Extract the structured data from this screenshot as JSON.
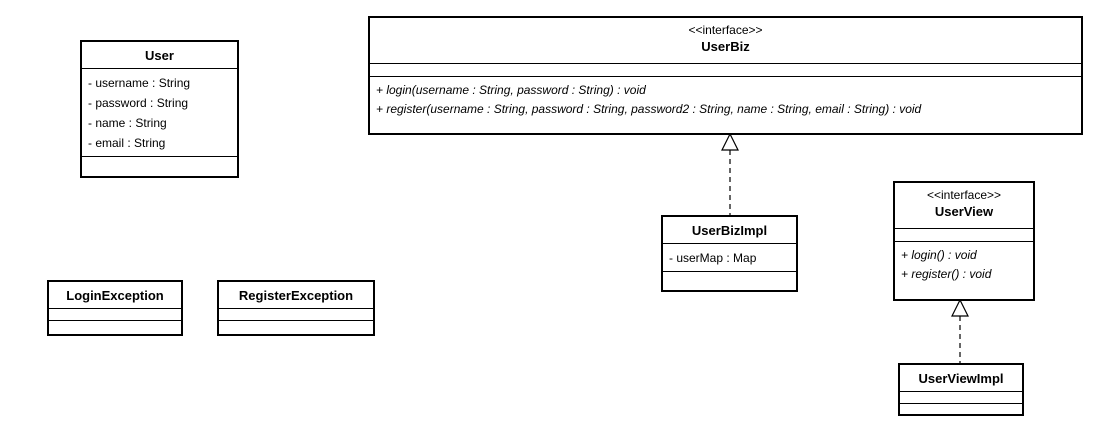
{
  "diagram": {
    "classes": {
      "user": {
        "name": "User",
        "attributes": [
          "- username : String",
          "- password : String",
          "- name : String",
          "- email : String"
        ]
      },
      "userbiz": {
        "stereotype": "<<interface>>",
        "name": "UserBiz",
        "operations": [
          "+ login(username : String, password : String) : void",
          "+ register(username : String, password : String, password2 : String, name : String, email : String) : void"
        ]
      },
      "userbizimpl": {
        "name": "UserBizImpl",
        "attributes": [
          "- userMap : Map"
        ]
      },
      "userview": {
        "stereotype": "<<interface>>",
        "name": "UserView",
        "operations": [
          "+ login() : void",
          "+ register() : void"
        ]
      },
      "userviewimpl": {
        "name": "UserViewImpl"
      },
      "loginexception": {
        "name": "LoginException"
      },
      "registerexception": {
        "name": "RegisterException"
      }
    },
    "relations": [
      {
        "type": "realization",
        "from": "UserBizImpl",
        "to": "UserBiz"
      },
      {
        "type": "realization",
        "from": "UserViewImpl",
        "to": "UserView"
      }
    ]
  }
}
